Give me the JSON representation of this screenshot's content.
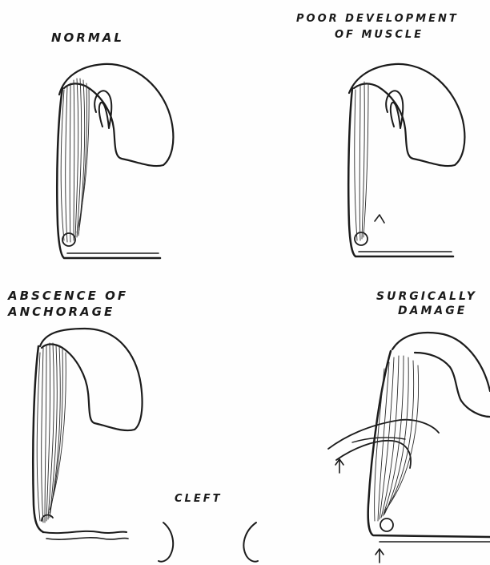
{
  "labels": {
    "normal": "NORMAL",
    "poor_line1": "POOR DEVELOPMENT",
    "poor_line2": "OF MUSCLE",
    "absence_line1": "ABSCENCE OF",
    "absence_line2": "ANCHORAGE",
    "surgical_line1": "SURGICALLY",
    "surgical_line2": "DAMAGE",
    "cleft": "CLEFT"
  },
  "colors": {
    "ink": "#1c1c1c",
    "paper": "#fefefe"
  },
  "icons": {
    "arrow": "up-arrow-icon"
  }
}
